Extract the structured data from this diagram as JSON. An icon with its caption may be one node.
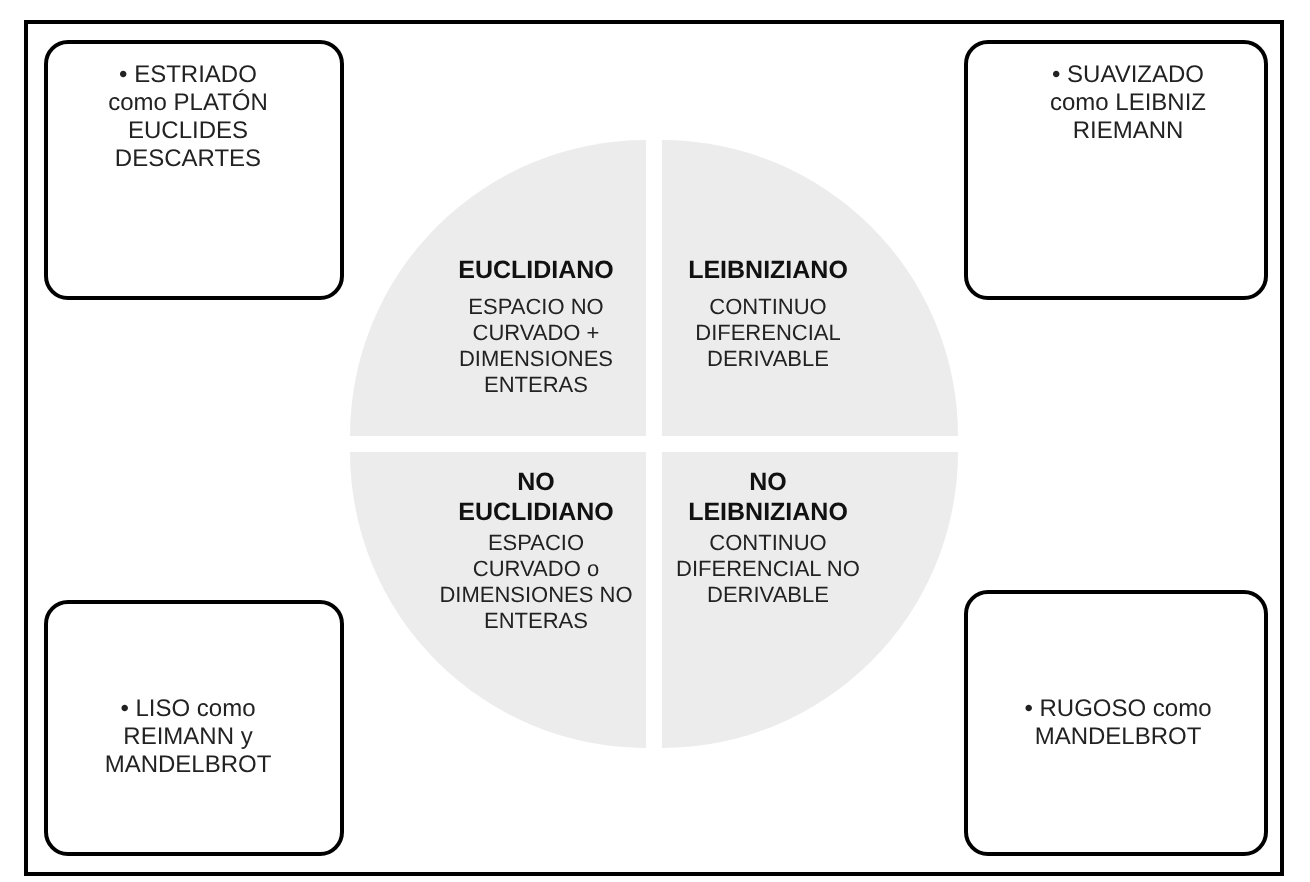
{
  "diagram": {
    "nodes": [
      {
        "text": [
          "• ESTRIADO como PLATÓN EUCLIDES DESCARTES"
        ]
      },
      {
        "text": [
          "• SUAVIZADO como LEIBNIZ RIEMANN"
        ]
      },
      {
        "text": [
          "EUCLIDIANO",
          "ESPACIO NO CURVADO + DIMENSIONES ENTERAS"
        ]
      },
      {
        "text": [
          "LEIBNIZIANO",
          "CONTINUO DIFERENCIAL DERIVABLE"
        ]
      },
      {
        "text": [
          "NO EUCLIDIANO",
          "ESPACIO CURVADO o DIMENSIONES NO ENTERAS"
        ]
      },
      {
        "text": [
          "NO LEIBNIZIANO",
          "CONTINUO DIFERENCIAL NO DERIVABLE"
        ]
      },
      {
        "text": [
          "• LISO como REIMANN y MANDELBROT"
        ]
      },
      {
        "text": [
          "• RUGOSO como MANDELBROT"
        ]
      }
    ]
  }
}
